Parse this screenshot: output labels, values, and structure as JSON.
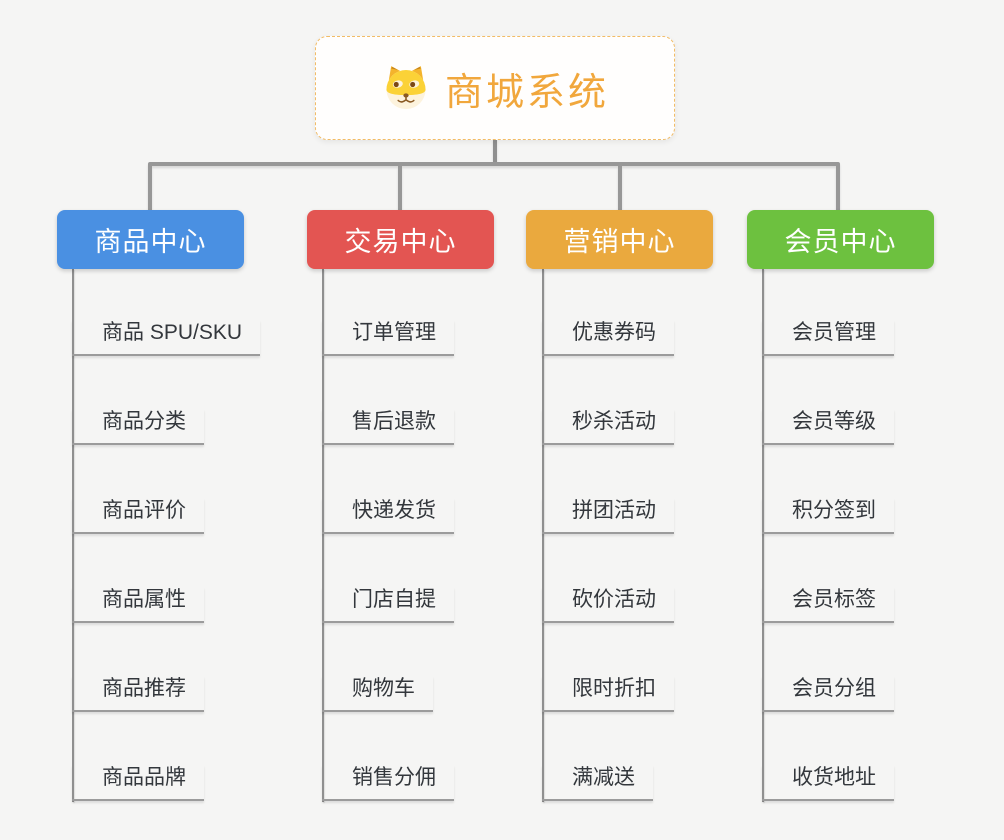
{
  "diagram": {
    "type": "mindmap-org-tree",
    "background_color": "#f5f5f4",
    "connector_color": "#8f8f8f"
  },
  "root": {
    "title": "商城系统",
    "icon": "shiba-dog-icon",
    "text_color": "#f1a73c",
    "border_color": "#f2bc66"
  },
  "branches": [
    {
      "label": "商品中心",
      "color": "#4a90e2",
      "items": [
        "商品 SPU/SKU",
        "商品分类",
        "商品评价",
        "商品属性",
        "商品推荐",
        "商品品牌"
      ]
    },
    {
      "label": "交易中心",
      "color": "#e35552",
      "items": [
        "订单管理",
        "售后退款",
        "快递发货",
        "门店自提",
        "购物车",
        "销售分佣"
      ]
    },
    {
      "label": "营销中心",
      "color": "#eaa93e",
      "items": [
        "优惠券码",
        "秒杀活动",
        "拼团活动",
        "砍价活动",
        "限时折扣",
        "满减送"
      ]
    },
    {
      "label": "会员中心",
      "color": "#6dc13f",
      "items": [
        "会员管理",
        "会员等级",
        "积分签到",
        "会员标签",
        "会员分组",
        "收货地址"
      ]
    }
  ]
}
